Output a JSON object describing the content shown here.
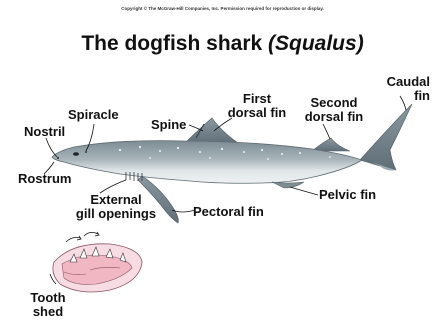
{
  "copyright": "Copyright © The McGraw-Hill Companies, Inc. Permission required for reproduction or display.",
  "title": {
    "main": "The dogfish shark ",
    "species": "(Squalus)"
  },
  "labels": {
    "nostril": "Nostril",
    "spiracle": "Spiracle",
    "spine": "Spine",
    "first_dorsal_fin": [
      "First",
      "dorsal fin"
    ],
    "second_dorsal_fin": [
      "Second",
      "dorsal fin"
    ],
    "caudal_fin": [
      "Caudal",
      "fin"
    ],
    "rostrum": "Rostrum",
    "external_gill_openings": [
      "External",
      "gill openings"
    ],
    "pectoral_fin": "Pectoral fin",
    "pelvic_fin": "Pelvic fin",
    "tooth_shed": [
      "Tooth",
      "shed"
    ]
  },
  "colors": {
    "body_dark": "#7d8c94",
    "body_light": "#dfe5e8",
    "fin": "#6e7d86",
    "tooth_pink": "#f1b8c4",
    "leader": "#111111"
  }
}
